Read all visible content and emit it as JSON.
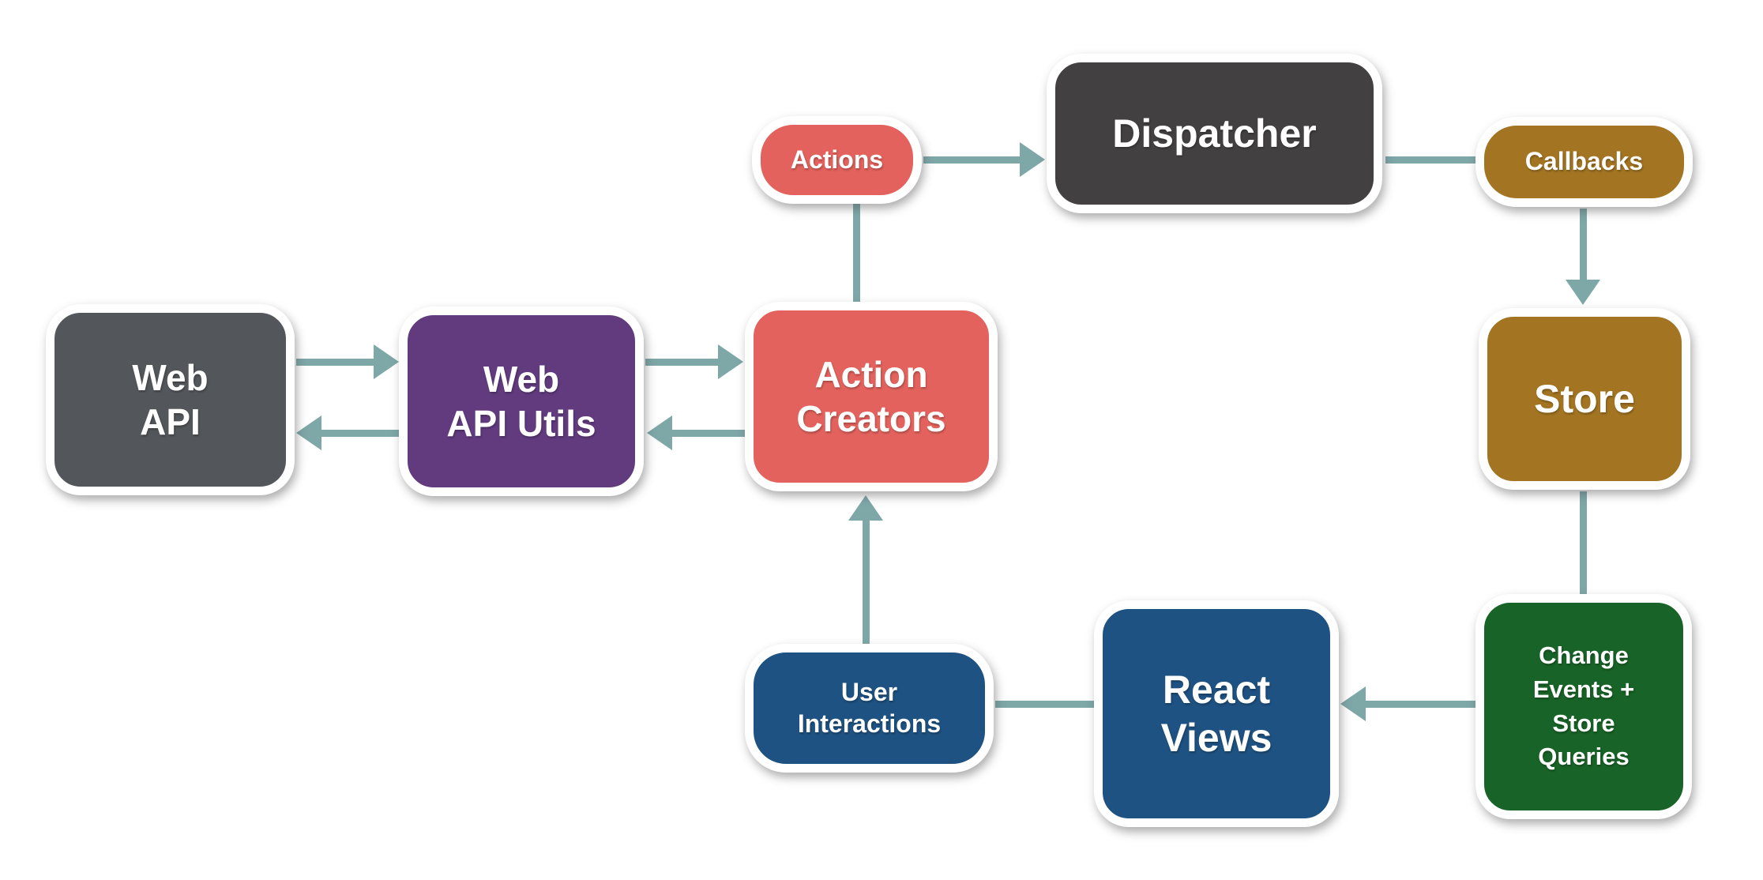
{
  "diagram": {
    "kind": "flux-unidirectional-data-flow",
    "palette": {
      "arrow": "#7EA7A8",
      "node_border": "#FFFFFF",
      "slate_gray": "#53565A",
      "charcoal": "#434041",
      "purple": "#613B7E",
      "coral": "#E3625D",
      "gold": "#A37421",
      "green": "#186327",
      "blue": "#1E5282",
      "text": "#FFFFFF"
    },
    "nodes": {
      "web_api": {
        "label": "Web API",
        "line1": "Web",
        "line2": "API",
        "color": "#53565A",
        "shape": "box"
      },
      "web_api_utils": {
        "label": "Web API Utils",
        "line1": "Web",
        "line2": "API Utils",
        "color": "#613B7E",
        "shape": "box"
      },
      "action_creators": {
        "label": "Action Creators",
        "line1": "Action",
        "line2": "Creators",
        "color": "#E3625D",
        "shape": "box"
      },
      "actions": {
        "label": "Actions",
        "color": "#E3625D",
        "shape": "pill"
      },
      "dispatcher": {
        "label": "Dispatcher",
        "color": "#434041",
        "shape": "box"
      },
      "callbacks": {
        "label": "Callbacks",
        "color": "#A37421",
        "shape": "pill"
      },
      "store": {
        "label": "Store",
        "color": "#A37421",
        "shape": "box"
      },
      "change_events": {
        "label": "Change Events + Store Queries",
        "line1": "Change",
        "line2": "Events +",
        "line3": "Store",
        "line4": "Queries",
        "color": "#186327",
        "shape": "box"
      },
      "react_views": {
        "label": "React Views",
        "line1": "React",
        "line2": "Views",
        "color": "#1E5282",
        "shape": "box"
      },
      "user_interactions": {
        "label": "User Interactions",
        "line1": "User",
        "line2": "Interactions",
        "color": "#1E5282",
        "shape": "pill"
      }
    },
    "edges": [
      {
        "from": "web_api",
        "to": "web_api_utils",
        "style": "arrow"
      },
      {
        "from": "web_api_utils",
        "to": "web_api",
        "style": "arrow"
      },
      {
        "from": "web_api_utils",
        "to": "action_creators",
        "style": "arrow"
      },
      {
        "from": "action_creators",
        "to": "web_api_utils",
        "style": "arrow"
      },
      {
        "from": "action_creators",
        "to": "actions",
        "style": "line"
      },
      {
        "from": "actions",
        "to": "dispatcher",
        "style": "arrow"
      },
      {
        "from": "dispatcher",
        "to": "callbacks",
        "style": "line"
      },
      {
        "from": "callbacks",
        "to": "store",
        "style": "arrow"
      },
      {
        "from": "store",
        "to": "change_events",
        "style": "line"
      },
      {
        "from": "change_events",
        "to": "react_views",
        "style": "arrow"
      },
      {
        "from": "react_views",
        "to": "user_interactions",
        "style": "line"
      },
      {
        "from": "user_interactions",
        "to": "action_creators",
        "style": "arrow"
      }
    ]
  }
}
